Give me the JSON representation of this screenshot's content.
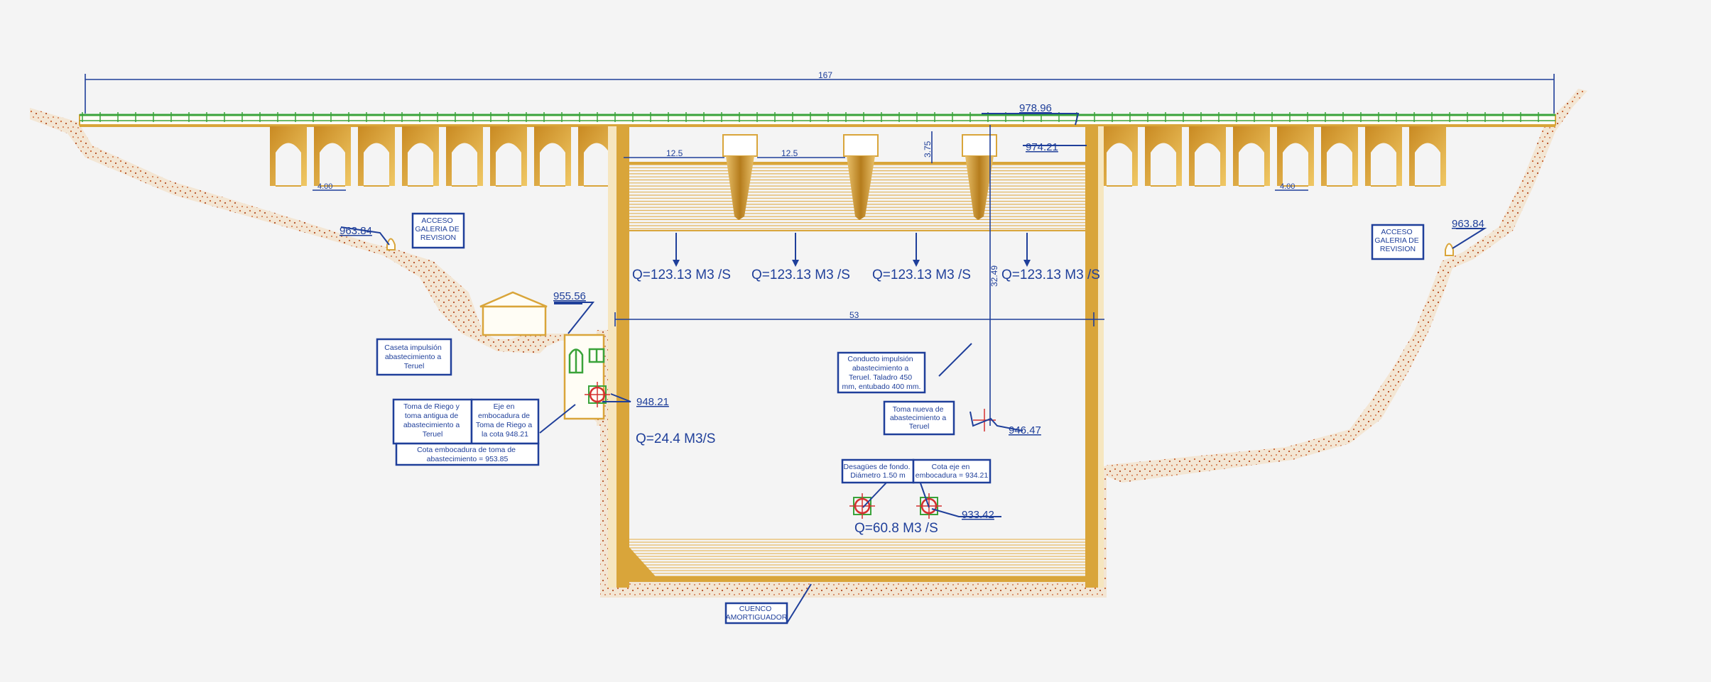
{
  "dimensions": {
    "total_length": "167",
    "spillway_width": "53",
    "gate_span_1": "12.5",
    "gate_span_2": "12.5",
    "pier_height": "3.75",
    "dam_height_side": "32.49",
    "arch_width_left": "4.00",
    "arch_width_right": "4.00"
  },
  "elevations": {
    "crest": "978.96",
    "spillway": "974.21",
    "gallery_left": "963.84",
    "gallery_right": "963.84",
    "pump_house": "955.56",
    "irrigation_intake": "948.21",
    "new_intake": "946.47",
    "bottom_outlet": "933.42"
  },
  "flows": {
    "bay_1": "Q=123.13 M3 /S",
    "bay_2": "Q=123.13 M3 /S",
    "bay_3": "Q=123.13 M3 /S",
    "bay_4": "Q=123.13 M3 /S",
    "intake": "Q=24.4 M3/S",
    "bottom": "Q=60.8 M3 /S"
  },
  "labels": {
    "gallery_left": [
      "ACCESO",
      "GALERIA DE",
      "REVISION"
    ],
    "gallery_right": [
      "ACCESO",
      "GALERIA DE",
      "REVISION"
    ],
    "pump_house": [
      "Caseta impulsión",
      "abastecimiento a",
      "Teruel"
    ],
    "irrigation_intake": [
      "Toma de Riego y",
      "toma antigua de",
      "abastecimiento a",
      "Teruel"
    ],
    "intake_axis": [
      "Eje en",
      "embocadura de",
      "Toma de Riego a",
      "la cota 948.21"
    ],
    "intake_mouth": [
      "Cota embocadura de toma de",
      "abastecimiento = 953.85"
    ],
    "conduit": [
      "Conducto impulsión",
      "abastecimiento a",
      "Teruel. Taladro 450",
      "mm, entubado 400 mm."
    ],
    "new_intake": [
      "Toma nueva de",
      "abastecimiento a",
      "Teruel"
    ],
    "bottom_outlets": [
      "Desagües de fondo.",
      "Diámetro 1.50 m"
    ],
    "outlet_axis": [
      "Cota eje en",
      "embocadura = 934.21"
    ],
    "stilling_basin": [
      "CUENCO",
      "AMORTIGUADOR"
    ]
  },
  "colors": {
    "concrete": "#d9a53a",
    "annotation": "#1f3f9a",
    "railing": "#3aa33a",
    "soil": "#c25a2a",
    "markers": "#d43030"
  }
}
